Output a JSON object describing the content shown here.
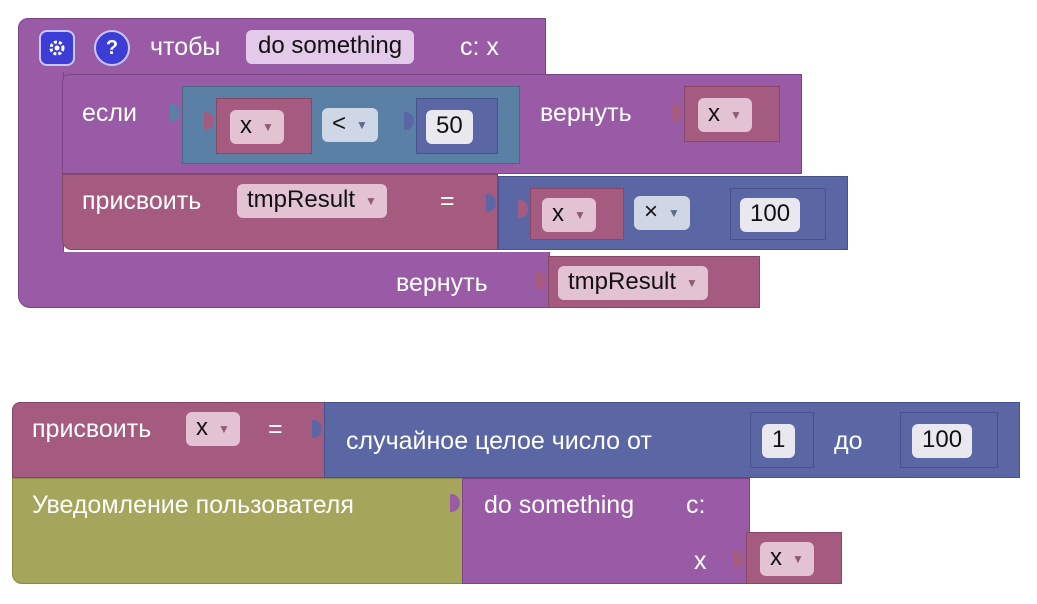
{
  "function_block": {
    "to_label": "чтобы",
    "name": "do something",
    "params_label": "с: x",
    "icons": [
      "gear-icon",
      "help-icon"
    ],
    "if_block": {
      "if_label": "если",
      "compare": {
        "left_var": "x",
        "operator": "<",
        "right_value": "50"
      },
      "return_label": "вернуть",
      "return_var": "x"
    },
    "set_block": {
      "set_label": "присвоить",
      "var_name": "tmpResult",
      "equals": "=",
      "arith": {
        "left_var": "x",
        "operator": "×",
        "right_value": "100"
      }
    },
    "return_label": "вернуть",
    "return_var": "tmpResult"
  },
  "main_program": {
    "set_block": {
      "set_label": "присвоить",
      "var_name": "x",
      "equals": "=",
      "random": {
        "label": "случайное целое число от",
        "from": "1",
        "to_label": "до",
        "to": "100"
      }
    },
    "alert_block": {
      "label": "Уведомление пользователя",
      "call_name": "do something",
      "call_params_label": "с:",
      "param_name": "x",
      "param_var": "x"
    }
  },
  "colors": {
    "procedure": "#995ba6",
    "logic": "#5b80a5",
    "math": "#5b67a5",
    "variable": "#a55b80",
    "text": "#a5a55b"
  }
}
